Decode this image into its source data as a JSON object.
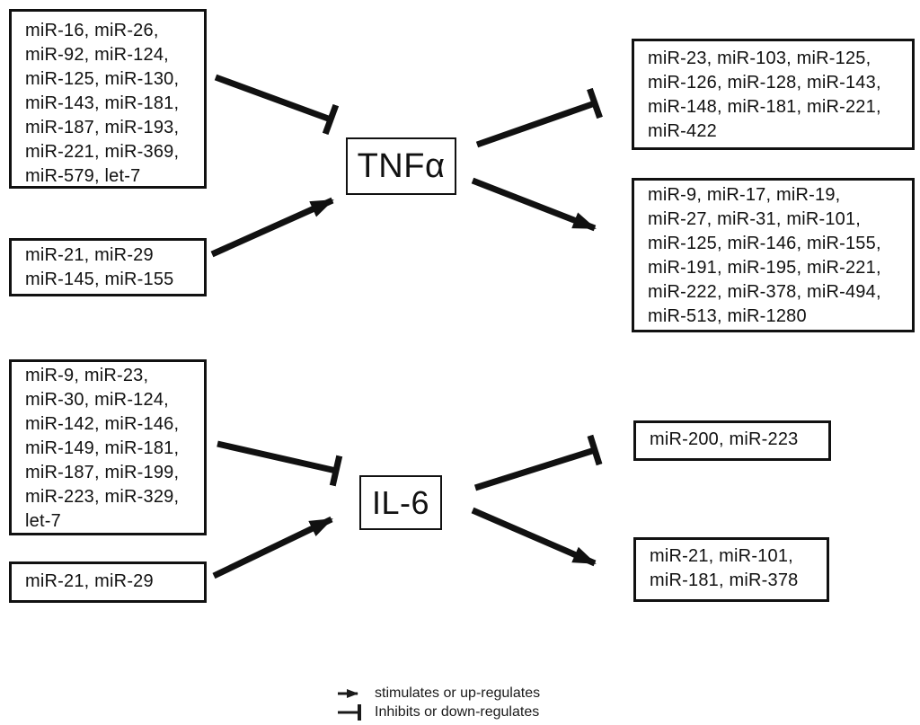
{
  "figure_type": "mirna-cytokine-regulation-diagram",
  "colors": {
    "ink": "#111111",
    "background": "#ffffff"
  },
  "tnfa": {
    "hub_label": "TNFα",
    "inhibiting_mirnas": "miR-16, miR-26,\nmiR-92, miR-124,\nmiR-125, miR-130,\nmiR-143, miR-181,\nmiR-187, miR-193,\nmiR-221, miR-369,\nmiR-579, let-7",
    "stimulating_mirnas": "miR-21, miR-29\nmiR-145, miR-155",
    "downregulated_mirnas": "miR-23, miR-103, miR-125,\nmiR-126, miR-128, miR-143,\nmiR-148, miR-181, miR-221,\nmiR-422",
    "upregulated_mirnas": "miR-9, miR-17, miR-19,\nmiR-27, miR-31, miR-101,\nmiR-125, miR-146, miR-155,\nmiR-191, miR-195, miR-221,\nmiR-222, miR-378, miR-494,\nmiR-513, miR-1280"
  },
  "il6": {
    "hub_label": "IL-6",
    "inhibiting_mirnas": "miR-9, miR-23,\nmiR-30, miR-124,\nmiR-142, miR-146,\nmiR-149, miR-181,\nmiR-187, miR-199,\nmiR-223, miR-329,\nlet-7",
    "stimulating_mirnas": "miR-21, miR-29",
    "downregulated_mirnas": "miR-200, miR-223",
    "upregulated_mirnas": "miR-21, miR-101,\nmiR-181, miR-378"
  },
  "legend": {
    "stimulates_label": "stimulates or up-regulates",
    "inhibits_label": "Inhibits or down-regulates"
  }
}
